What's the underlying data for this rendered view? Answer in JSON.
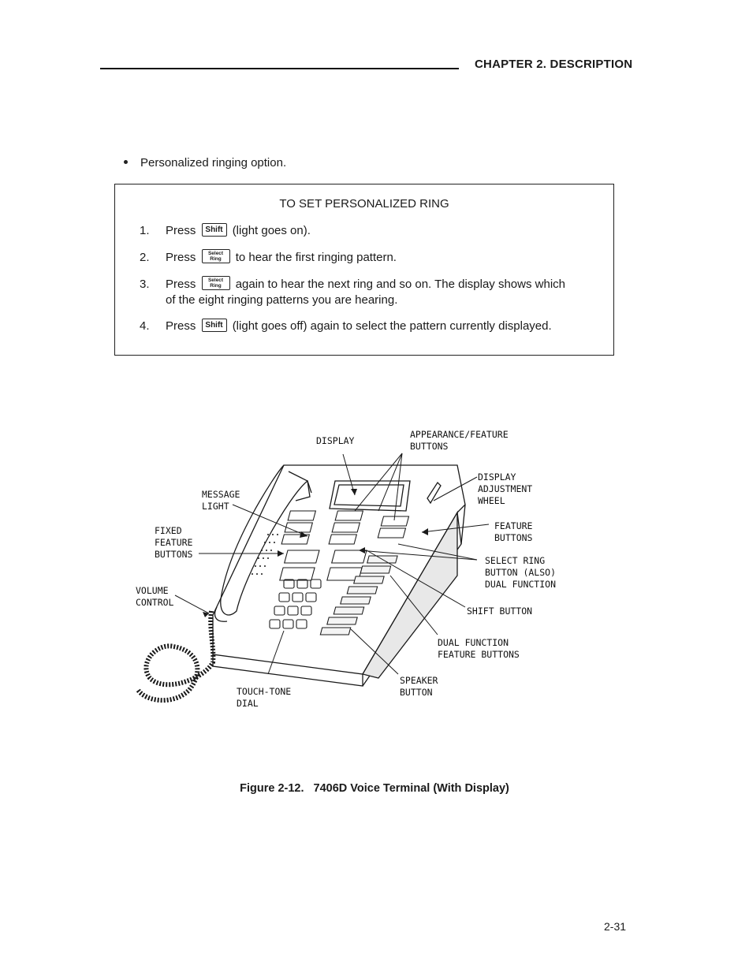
{
  "header": {
    "chapter": "CHAPTER 2. DESCRIPTION"
  },
  "bullet": {
    "text": "Personalized ringing option."
  },
  "procedure": {
    "title": "TO SET PERSONALIZED RING",
    "key_shift": "Shift",
    "key_select_top": "Select",
    "key_select_bottom": "Ring",
    "steps": [
      {
        "num": "1.",
        "press": "Press",
        "rest": "(light goes on)."
      },
      {
        "num": "2.",
        "press": "Press",
        "rest": "to hear the first ringing pattern."
      },
      {
        "num": "3.",
        "press": "Press",
        "rest": "again to hear the next ring and so on. The display shows which",
        "cont": "of the eight ringing patterns you are hearing."
      },
      {
        "num": "4.",
        "press": "Press",
        "rest": "(light goes off) again to select the pattern currently displayed."
      }
    ]
  },
  "figure": {
    "labels": {
      "display": "DISPLAY",
      "appearance_feature": "APPEARANCE/FEATURE\nBUTTONS",
      "display_adjustment": "DISPLAY\nADJUSTMENT\nWHEEL",
      "message_light": "MESSAGE\nLIGHT",
      "fixed_feature": "FIXED\nFEATURE\nBUTTONS",
      "feature_buttons": "FEATURE\nBUTTONS",
      "select_ring": "SELECT RING\nBUTTON (ALSO)\nDUAL FUNCTION",
      "volume_control": "VOLUME\nCONTROL",
      "shift_button": "SHIFT BUTTON",
      "dual_function": "DUAL FUNCTION\nFEATURE BUTTONS",
      "speaker_button": "SPEAKER\nBUTTON",
      "touch_tone": "TOUCH-TONE\nDIAL"
    },
    "caption_num": "Figure 2-12.",
    "caption_text": "7406D Voice Terminal (With Display)"
  },
  "footer": {
    "page": "2-31"
  }
}
